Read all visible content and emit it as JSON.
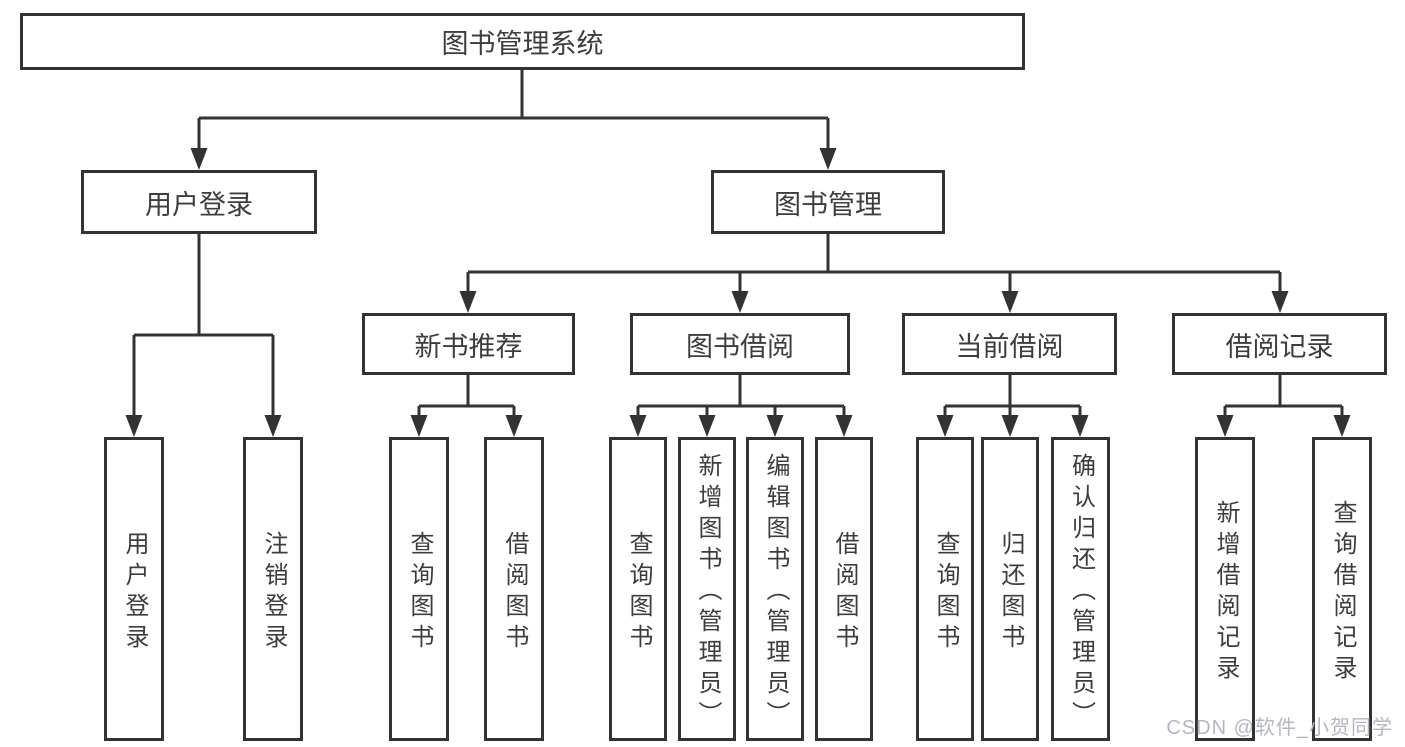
{
  "diagram": {
    "root": {
      "label": "图书管理系统"
    },
    "branches": [
      {
        "label": "用户登录",
        "children": [
          "用户登录",
          "注销登录"
        ]
      },
      {
        "label": "图书管理",
        "sections": [
          {
            "label": "新书推荐",
            "children": [
              "查询图书",
              "借阅图书"
            ]
          },
          {
            "label": "图书借阅",
            "children": [
              "查询图书",
              "新增图书（管理员）",
              "编辑图书（管理员）",
              "借阅图书"
            ]
          },
          {
            "label": "当前借阅",
            "children": [
              "查询图书",
              "归还图书",
              "确认归还（管理员）"
            ]
          },
          {
            "label": "借阅记录",
            "children": [
              "新增借阅记录",
              "查询借阅记录"
            ]
          }
        ]
      }
    ]
  },
  "watermark": {
    "text": "CSDN @软件_小贺同学",
    "color": "#b4b7bd"
  },
  "colors": {
    "line": "#333333",
    "text": "#3d3d3d",
    "background": "#ffffff"
  }
}
